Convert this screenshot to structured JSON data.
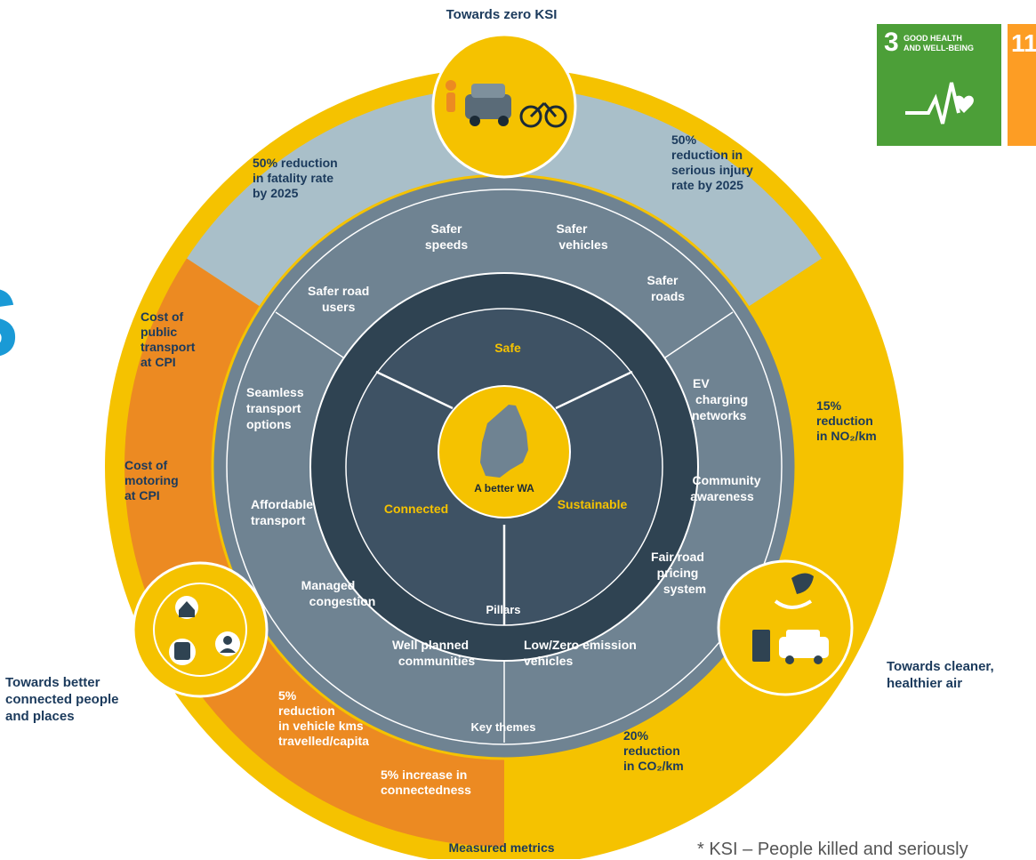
{
  "header": {
    "title": "Towards zero KSI"
  },
  "bottom_label": "Measured metrics",
  "goals": {
    "left": [
      "Towards better",
      "connected people",
      "and places"
    ],
    "right": [
      "Towards cleaner,",
      "healthier air"
    ]
  },
  "center": {
    "label": "A better WA"
  },
  "pillars": {
    "ring_label": "Pillars",
    "safe": "Safe",
    "connected": "Connected",
    "sustainable": "Sustainable"
  },
  "key_themes": {
    "ring_label": "Key themes",
    "items": [
      [
        "Safer",
        "speeds"
      ],
      [
        "Safer",
        "vehicles"
      ],
      [
        "Safer",
        "roads"
      ],
      [
        "EV",
        "charging",
        "networks"
      ],
      [
        "Community",
        "awareness"
      ],
      [
        "Fair road",
        "pricing",
        "system"
      ],
      [
        "Low/Zero emission",
        "vehicles"
      ],
      [
        "Well planned",
        "communities"
      ],
      [
        "Managed",
        "congestion"
      ],
      [
        "Affordable",
        "transport"
      ],
      [
        "Seamless",
        "transport",
        "options"
      ],
      [
        "Safer road",
        "users"
      ]
    ]
  },
  "metrics": {
    "top_left": [
      "50% reduction",
      "in fatality rate",
      "by 2025"
    ],
    "top_right": [
      "50%",
      "reduction in",
      "serious injury",
      "rate by 2025"
    ],
    "left_1": [
      "Cost of",
      "public",
      "transport",
      "at CPI"
    ],
    "left_2": [
      "Cost of",
      "motoring",
      "at CPI"
    ],
    "right_1": [
      "15%",
      "reduction",
      "in NO₂/km"
    ],
    "bottom_right": [
      "20%",
      "reduction",
      "in CO₂/km"
    ],
    "bottom_left_1": [
      "5%",
      "reduction",
      "in vehicle kms",
      "travelled/capita"
    ],
    "bottom_left_2": [
      "5% increase in",
      "connectedness"
    ]
  },
  "sdg": {
    "goal3_number": "3",
    "goal3_text": [
      "GOOD HEALTH",
      "AND WELL-BEING"
    ],
    "goal11_number": "11"
  },
  "edge_letter": "S",
  "footnote": "* KSI – People killed and seriously",
  "colors": {
    "gold": "#f5c200",
    "orange": "#ec8a22",
    "slate_light": "#a9bfc9",
    "slate": "#6f8392",
    "dark_ring": "#2f4352",
    "pillar": "#3e5264",
    "navy": "#1b3a5c",
    "sdg_green": "#4c9f38",
    "sdg_orange": "#fd9d24"
  }
}
